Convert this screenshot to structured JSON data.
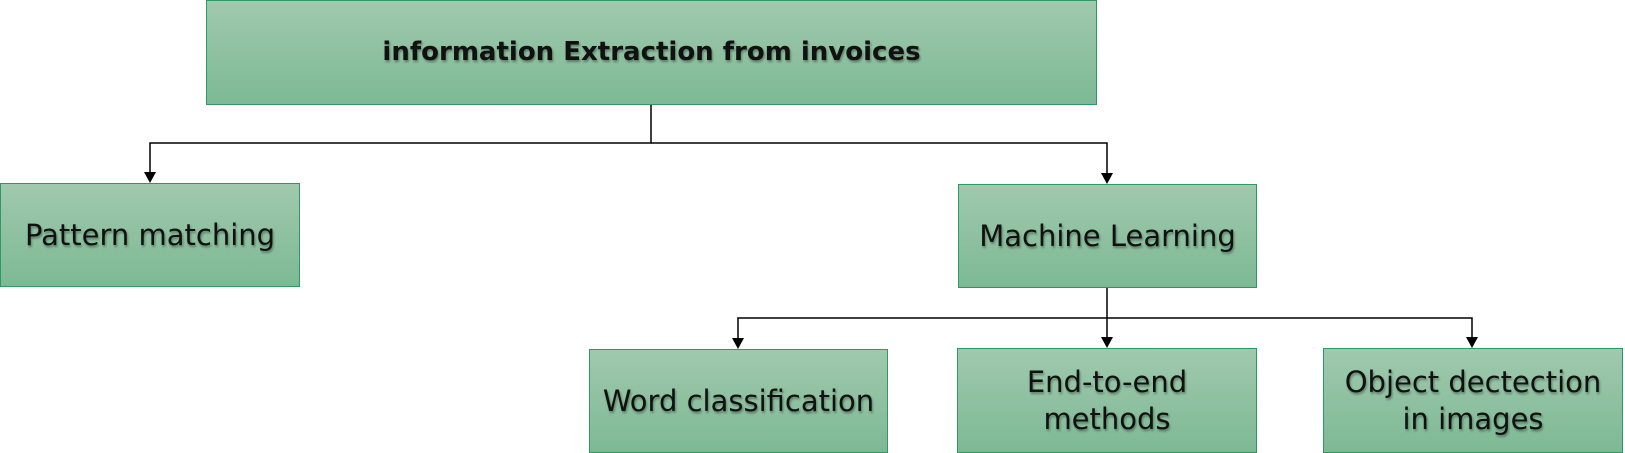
{
  "diagram": {
    "root": {
      "label": "information Extraction from invoices"
    },
    "level1": [
      {
        "id": "pattern",
        "label": "Pattern matching"
      },
      {
        "id": "ml",
        "label": "Machine Learning"
      }
    ],
    "level2": [
      {
        "id": "wordcls",
        "label": "Word classification"
      },
      {
        "id": "e2e",
        "label": "End-to-end\nmethods"
      },
      {
        "id": "objdet",
        "label": "Object dectection\nin images"
      }
    ],
    "colors": {
      "box_fill_top": "#a0c9ad",
      "box_fill_bottom": "#7db994",
      "box_border": "#2e9a63",
      "connector": "#000000"
    }
  }
}
